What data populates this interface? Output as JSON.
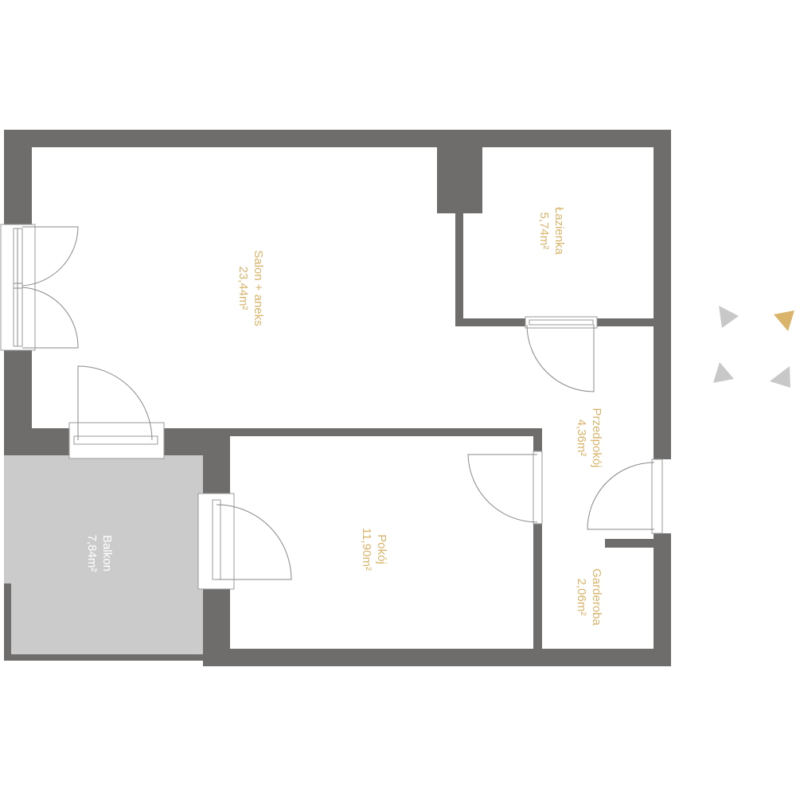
{
  "colors": {
    "wall": "#6f6d6b",
    "balcony": "#cbcbcb",
    "label": "#d9b46a",
    "compass_active": "#d9b46a",
    "compass_inactive": "#c8c8c8"
  },
  "rooms": [
    {
      "name": "Salon + aneks",
      "area": "23,44m²"
    },
    {
      "name": "Łazienka",
      "area": "5,74m²"
    },
    {
      "name": "Przedpokój",
      "area": "4,36m²"
    },
    {
      "name": "Pokój",
      "area": "11,90m²"
    },
    {
      "name": "Garderoba",
      "area": "2,06m²"
    },
    {
      "name": "Balkon",
      "area": "7,84m²"
    }
  ],
  "compass": {
    "active": "north-east"
  }
}
